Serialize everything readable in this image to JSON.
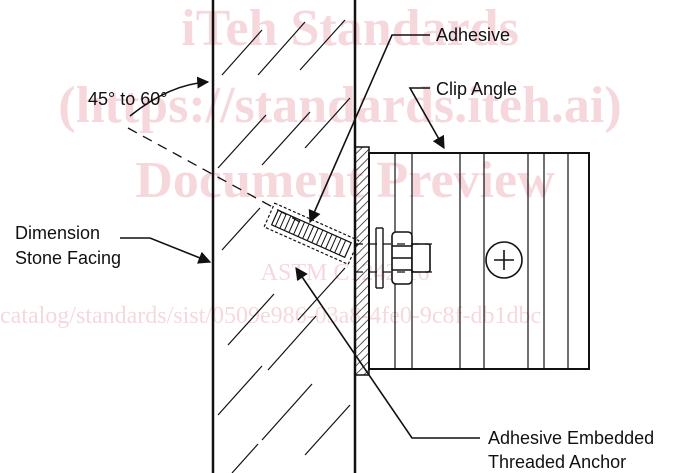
{
  "labels": {
    "angle": "45° to 60°",
    "adhesive": "Adhesive",
    "clip_angle": "Clip Angle",
    "stone_line1": "Dimension",
    "stone_line2": "Stone Facing",
    "anchor_line1": "Adhesive Embedded",
    "anchor_line2": "Threaded Anchor"
  },
  "watermark": {
    "line1": "iTeh Standards",
    "line2": "(https://standards.iteh.ai)",
    "line3": "Document Preview",
    "line4": "ASTM C1242-16",
    "line5": "catalog/standards/sist/0509e986-03a8-4fe0-9c8f-db1dbc"
  },
  "colors": {
    "ink": "#111111",
    "watermark": "#c8102e"
  }
}
